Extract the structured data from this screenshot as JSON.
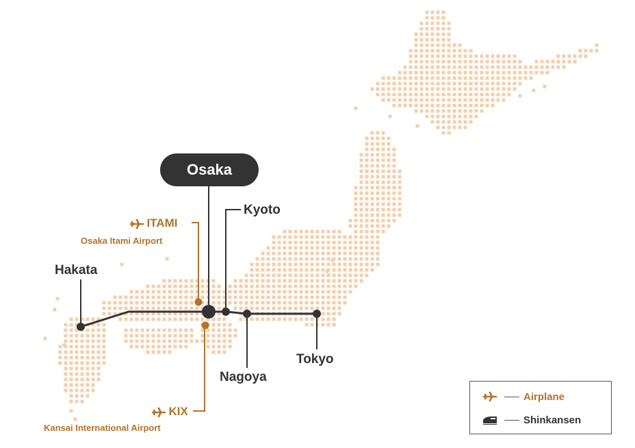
{
  "title": "Osaka",
  "cities": {
    "hakata": "Hakata",
    "kyoto": "Kyoto",
    "nagoya": "Nagoya",
    "tokyo": "Tokyo"
  },
  "airports": {
    "itami": {
      "code": "ITAMI",
      "name": "Osaka Itami Airport"
    },
    "kix": {
      "code": "KIX",
      "name": "Kansai International Airport"
    }
  },
  "legend": {
    "airplane_label": "Airplane",
    "shinkansen_label": "Shinkansen"
  },
  "colors": {
    "map_dots": "#f1cfae",
    "route_line": "#333333",
    "airport_accent": "#b5722a",
    "pill_bg": "#333333"
  },
  "icons": {
    "airplane": "airplane-icon",
    "shinkansen": "shinkansen-icon"
  }
}
